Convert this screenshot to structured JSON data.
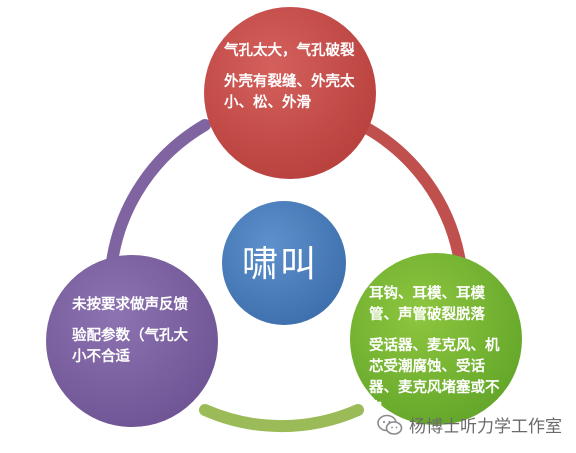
{
  "diagram": {
    "center": {
      "label": "啸叫",
      "color": "#4f81bd"
    },
    "top": {
      "color": "#c0504d",
      "lines": [
        "气孔太大，气孔破裂",
        "外壳有裂缝、外壳太小、松、外滑"
      ]
    },
    "bottom_right": {
      "color": "#9bbb59",
      "lines": [
        "耳钩、耳模、耳模管、声管破裂脱落",
        "受话器、麦克风、机芯受潮腐蚀、受话器、麦克风堵塞或不良"
      ]
    },
    "left": {
      "color": "#8064a2",
      "lines": [
        "未按要求做声反馈",
        "验配参数（气孔大小不合适"
      ]
    },
    "arcs": {
      "red": "#c0504d",
      "green": "#9bbb59",
      "purple": "#8064a2"
    }
  },
  "watermark": {
    "text": "杨博士听力学工作室",
    "icon": "wechat-logo-icon"
  }
}
